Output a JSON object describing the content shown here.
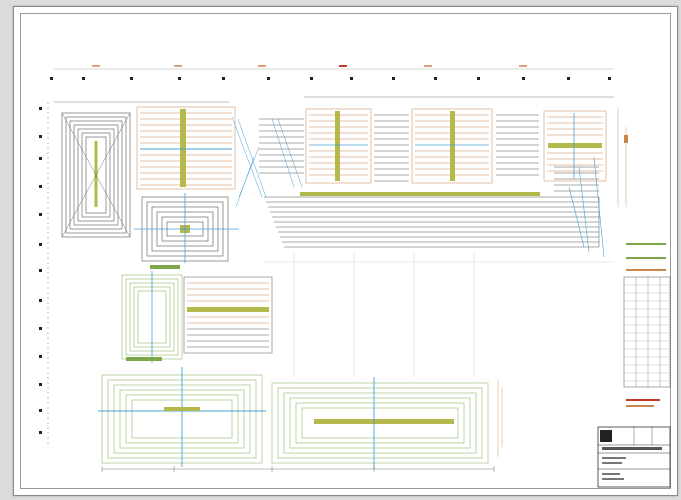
{
  "drawing": {
    "type": "underfloor heating pipe layout plan",
    "colors": {
      "pipe_dark": "#555555",
      "pipe_orange": "#c8864a",
      "pipe_green": "#7da84a",
      "manifold_green": "#b5b84a",
      "dimension_blue": "#4aa0d8",
      "grid_marker": "#222222",
      "red_note": "#c0392b"
    }
  },
  "title_block": {
    "logo": "",
    "title_lines": [],
    "notes": []
  },
  "legend": {
    "lines": []
  },
  "schedule_table": {
    "rows": 14,
    "cols": 4
  }
}
